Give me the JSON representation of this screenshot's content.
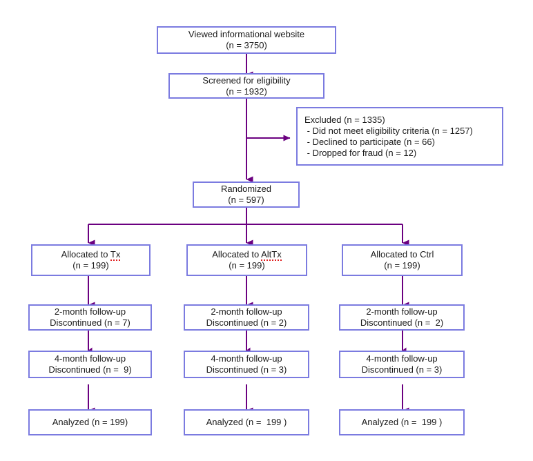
{
  "diagram": {
    "title": "CONSORT participant flow diagram",
    "colors": {
      "box_border": "#7b7be0",
      "connector": "#6b0080",
      "text": "#1a1a1a",
      "spellcheck_underline": "#e02020",
      "background": "#ffffff"
    },
    "nodes": [
      {
        "id": "viewed-website",
        "name": "viewed-website-box",
        "line1": "Viewed informational website",
        "line2": "(n = 3750)"
      },
      {
        "id": "screened",
        "name": "screened-for-eligibility-box",
        "line1": "Screened for eligibility",
        "line2": "(n = 1932)"
      },
      {
        "id": "excluded",
        "name": "excluded-box",
        "line1": "Excluded (n = 1335)",
        "line2": " - Did not meet eligibility criteria (n = 1257)",
        "line3": " - Declined to participate (n = 66)",
        "line4": " - Dropped for fraud (n = 12)"
      },
      {
        "id": "randomized",
        "name": "randomized-box",
        "line1": "Randomized",
        "line2": "(n = 597)"
      },
      {
        "id": "alloc-tx",
        "name": "allocated-tx-box",
        "line1_prefix": "Allocated to ",
        "line1_term": "Tx",
        "line2": "(n = 199)"
      },
      {
        "id": "alloc-alttx",
        "name": "allocated-alttx-box",
        "line1_prefix": "Allocated to ",
        "line1_term": "AltTx",
        "line2": "(n = 199)"
      },
      {
        "id": "alloc-ctrl",
        "name": "allocated-ctrl-box",
        "line1": "Allocated to Ctrl",
        "line2": "(n = 199)"
      },
      {
        "id": "fu2-tx",
        "name": "two-month-followup-tx-box",
        "line1": "2-month follow-up",
        "line2": "Discontinued (n = 7)"
      },
      {
        "id": "fu2-alttx",
        "name": "two-month-followup-alttx-box",
        "line1": "2-month follow-up",
        "line2": "Discontinued (n = 2)"
      },
      {
        "id": "fu2-ctrl",
        "name": "two-month-followup-ctrl-box",
        "line1": "2-month follow-up",
        "line2": "Discontinued (n =  2)"
      },
      {
        "id": "fu4-tx",
        "name": "four-month-followup-tx-box",
        "line1": "4-month follow-up",
        "line2": "Discontinued (n =  9)"
      },
      {
        "id": "fu4-alttx",
        "name": "four-month-followup-alttx-box",
        "line1": "4-month follow-up",
        "line2": "Discontinued (n = 3)"
      },
      {
        "id": "fu4-ctrl",
        "name": "four-month-followup-ctrl-box",
        "line1": "4-month follow-up",
        "line2": "Discontinued (n = 3)"
      },
      {
        "id": "analyzed-tx",
        "name": "analyzed-tx-box",
        "line1": "Analyzed (n = 199)"
      },
      {
        "id": "analyzed-alttx",
        "name": "analyzed-alttx-box",
        "line1": "Analyzed (n =  199 )"
      },
      {
        "id": "analyzed-ctrl",
        "name": "analyzed-ctrl-box",
        "line1": "Analyzed (n =  199 )"
      }
    ]
  }
}
